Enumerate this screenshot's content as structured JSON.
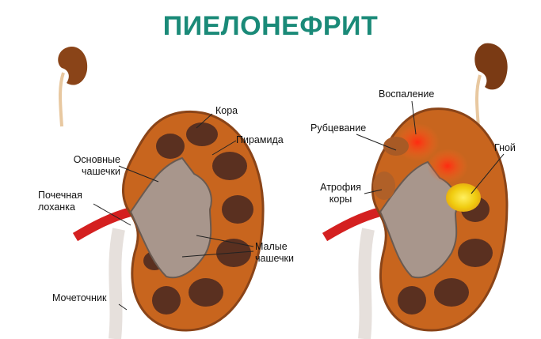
{
  "title": "ПИЕЛОНЕФРИТ",
  "colors": {
    "title": "#1a8a78",
    "cortex": "#c8651e",
    "pyramid": "#5a3020",
    "calyx": "#a8968c",
    "artery": "#d42020",
    "pus": "#f2d21e",
    "inflammation": "#ff3a1a"
  },
  "healthy_labels": {
    "cortex": "Кора",
    "pyramid": "Пирамида",
    "major_calyces_1": "Основные",
    "major_calyces_2": "чашечки",
    "pelvis_1": "Почечная",
    "pelvis_2": "лоханка",
    "minor_calyces_1": "Малые",
    "minor_calyces_2": "чашечки",
    "ureter": "Мочеточник"
  },
  "diseased_labels": {
    "inflammation": "Воспаление",
    "scarring": "Рубцевание",
    "pus": "Гной",
    "atrophy_1": "Атрофия",
    "atrophy_2": "коры"
  }
}
